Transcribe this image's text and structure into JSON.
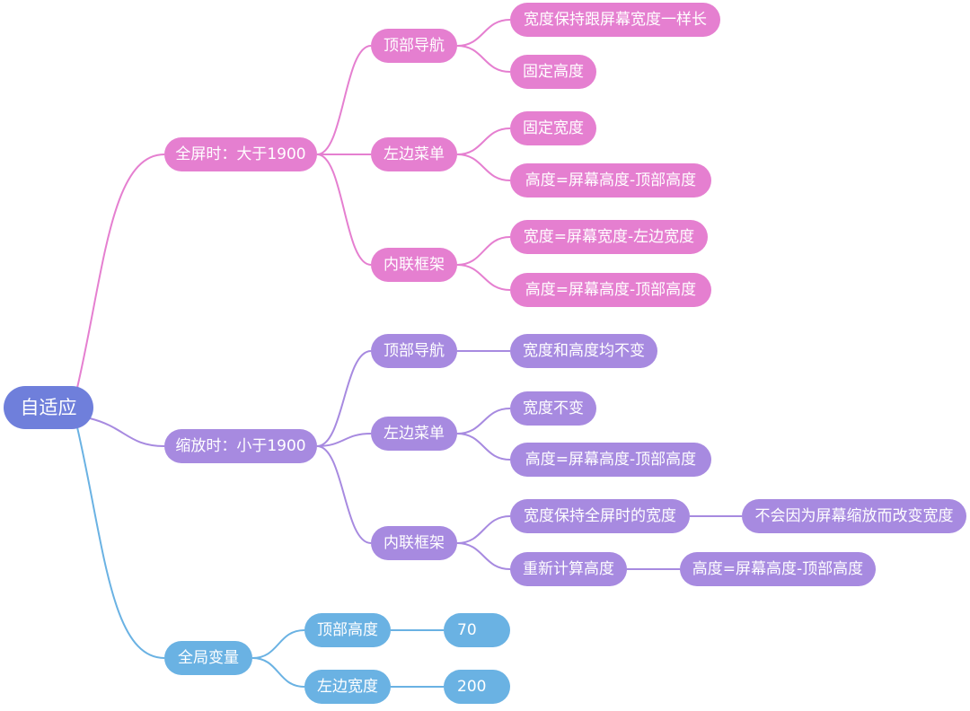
{
  "colors": {
    "root": "#6f7fdb",
    "fullscreen": "#e57fd0",
    "zoom": "#a78ae0",
    "globals": "#6ab2e3"
  },
  "mindmap": {
    "root": {
      "label": "自适应"
    },
    "branches": [
      {
        "key": "fullscreen",
        "label": "全屏时：大于1900",
        "children": [
          {
            "label": "顶部导航",
            "children": [
              {
                "label": "宽度保持跟屏幕宽度一样长"
              },
              {
                "label": "固定高度"
              }
            ]
          },
          {
            "label": "左边菜单",
            "children": [
              {
                "label": "固定宽度"
              },
              {
                "label": "高度=屏幕高度-顶部高度"
              }
            ]
          },
          {
            "label": "内联框架",
            "children": [
              {
                "label": "宽度=屏幕宽度-左边宽度"
              },
              {
                "label": "高度=屏幕高度-顶部高度"
              }
            ]
          }
        ]
      },
      {
        "key": "zoom",
        "label": "缩放时：小于1900",
        "children": [
          {
            "label": "顶部导航",
            "children": [
              {
                "label": "宽度和高度均不变"
              }
            ]
          },
          {
            "label": "左边菜单",
            "children": [
              {
                "label": "宽度不变"
              },
              {
                "label": "高度=屏幕高度-顶部高度"
              }
            ]
          },
          {
            "label": "内联框架",
            "children": [
              {
                "label": "宽度保持全屏时的宽度",
                "children": [
                  {
                    "label": "不会因为屏幕缩放而改变宽度"
                  }
                ]
              },
              {
                "label": "重新计算高度",
                "children": [
                  {
                    "label": "高度=屏幕高度-顶部高度"
                  }
                ]
              }
            ]
          }
        ]
      },
      {
        "key": "globals",
        "label": "全局变量",
        "children": [
          {
            "label": "顶部高度",
            "children": [
              {
                "label": "70"
              }
            ]
          },
          {
            "label": "左边宽度",
            "children": [
              {
                "label": "200"
              }
            ]
          }
        ]
      }
    ]
  }
}
